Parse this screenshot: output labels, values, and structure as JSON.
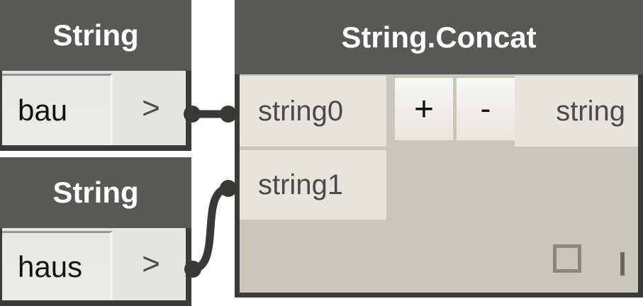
{
  "colors": {
    "node_header": "#5a5855",
    "node_border": "#3d3b38",
    "wire": "#3a3835",
    "input_node_body": "#e6e4df",
    "concat_node_body": "#cbc6bc",
    "port_block": "#e7e4de",
    "port_text": "#4b4a46",
    "checkbox_outline": "#8d8779"
  },
  "nodes": {
    "input1": {
      "title": "String",
      "value": "bau",
      "output_label": ">"
    },
    "input2": {
      "title": "String",
      "value": "haus",
      "output_label": ">"
    },
    "concat": {
      "title": "String.Concat",
      "inputs": [
        {
          "label": "string0"
        },
        {
          "label": "string1"
        }
      ],
      "output": {
        "label": "string"
      },
      "buttons": {
        "add": "+",
        "remove": "-"
      }
    }
  },
  "icons": {
    "preview_checkbox": "unchecked-square",
    "lacing_indicator": "vertical-bar"
  }
}
